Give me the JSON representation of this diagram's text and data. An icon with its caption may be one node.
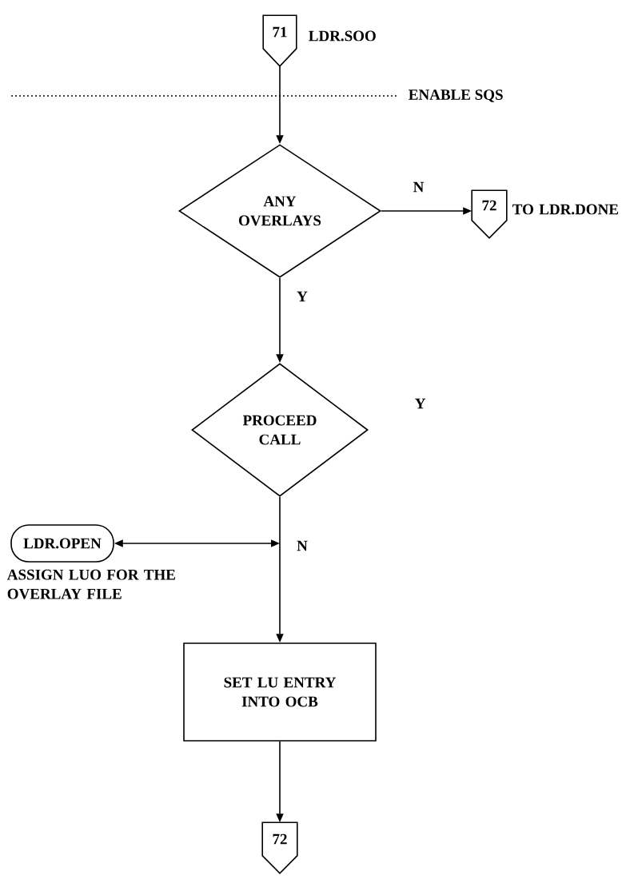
{
  "diagram": {
    "nodes": [
      {
        "text": [
          "71"
        ],
        "beside": [
          "LDR.SOO"
        ]
      },
      {
        "text": [
          "ANY OVERLAYS"
        ]
      },
      {
        "text": [
          "72"
        ],
        "beside": [
          "TO LDR.DONE"
        ]
      },
      {
        "text": [
          "PROCEED CALL"
        ]
      },
      {
        "text": [
          "LDR.OPEN"
        ],
        "beside": [
          "ASSIGN LUO FOR THE OVERLAY FILE"
        ]
      },
      {
        "text": [
          "SET LU ENTRY INTO OCB"
        ]
      },
      {
        "text": [
          "72"
        ]
      }
    ],
    "edges": [
      {
        "from": 0,
        "to": 1,
        "arrow": "to"
      },
      {
        "from": 1,
        "to": 2,
        "arrow": "to",
        "label": "N"
      },
      {
        "from": 1,
        "to": 3,
        "arrow": "to",
        "label": "Y"
      },
      {
        "from": 3,
        "to": 5,
        "arrow": "to",
        "label": "N"
      },
      {
        "from": 5,
        "to": 6,
        "arrow": "to"
      },
      {
        "from": 4,
        "to": null,
        "arrow": "both"
      }
    ],
    "labels": [
      "ENABLE SQS",
      "Y"
    ]
  }
}
